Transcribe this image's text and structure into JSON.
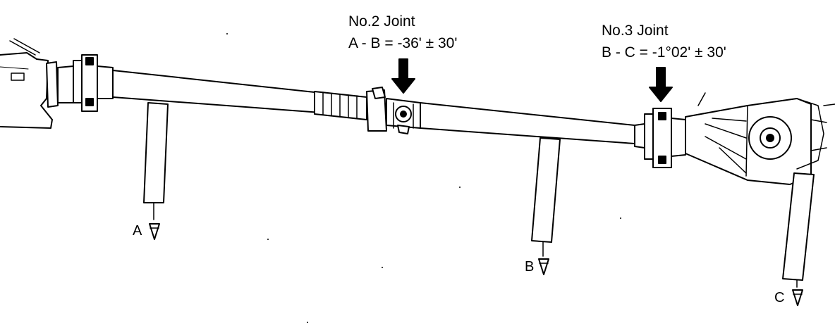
{
  "joint2": {
    "title": "No.2 Joint",
    "formula": "A - B = -36' ± 30'"
  },
  "joint3": {
    "title": "No.3 Joint",
    "formula": "B - C = -1°02' ± 30'"
  },
  "gauges": {
    "a": "A",
    "b": "B",
    "c": "C"
  },
  "colors": {
    "line": "#000000",
    "background": "#ffffff"
  }
}
